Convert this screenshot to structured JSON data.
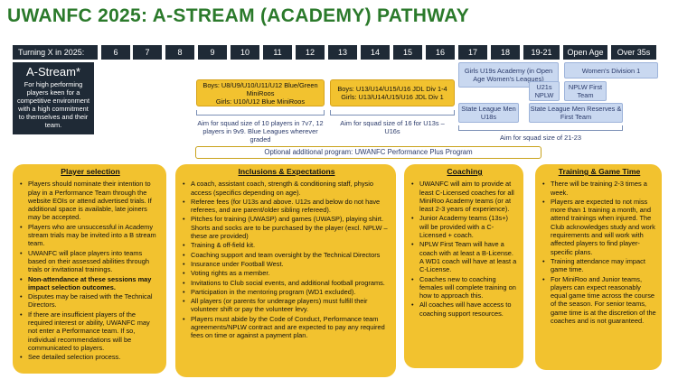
{
  "title": "UWANFC 2025: A-STREAM (ACADEMY) PATHWAY",
  "ages": [
    "Turning X in 2025:",
    "6",
    "7",
    "8",
    "9",
    "10",
    "11",
    "12",
    "13",
    "14",
    "15",
    "16",
    "17",
    "18",
    "19-21",
    "Open Age",
    "Over 35s"
  ],
  "sidebar": {
    "title": "A-Stream*",
    "description": "For high performing players keen for a competitive environment with a high commitment to themselves and their team."
  },
  "boxes": {
    "junior_boys": "Boys: U8/U9/U10/U11/U12 Blue/Green MiniRoos",
    "junior_girls": "Girls: U10/U12 Blue MiniRoos",
    "youth_boys": "Boys: U13/U14/U15/U16 JDL Div 1-4",
    "youth_girls": "Girls: U13/U14/U15/U16 JDL Div 1",
    "girls_u19": "Girls U19s Academy (in Open Age Women's Leagues)",
    "womens_div1": "Women's Division 1",
    "u21_nplw": "U21s NPLW",
    "nplw_first": "NPLW First Team",
    "state_men_u18": "State League Men U18s",
    "state_men_reserves": "State League Men Reserves & First Team"
  },
  "notes": {
    "junior": "Aim for squad size of 10 players in 7v7, 12 players in 9v9. Blue Leagues wherever graded",
    "youth": "Aim for squad size of 16 for U13s – U16s",
    "senior": "Aim for squad size of 21-23"
  },
  "optional_program": "Optional additional program: UWANFC Performance Plus Program",
  "panels": {
    "player_selection": {
      "title": "Player selection",
      "items": [
        "Players should nominate their intention to play in a Performance Team through the website EOIs or attend advertised trials. If additional space is available, late joiners may be accepted.",
        "Players who are unsuccessful in Academy stream trials may be invited into a B stream team.",
        "UWANFC will place players into teams based on their assessed abilities through trials or invitational trainings.",
        "Non-attendance at these sessions may impact selection outcomes.",
        "Disputes may be raised with the Technical Directors.",
        "If there are insufficient players of the required interest or ability, UWANFC may not enter a Performance team. If so, individual recommendations will be communicated to players.",
        "See detailed selection process."
      ]
    },
    "inclusions": {
      "title": "Inclusions & Expectations",
      "items": [
        "A coach, assistant coach, strength & conditioning staff, physio access (specifics depending on age).",
        "Referee fees (for U13s and above. U12s and below do not have referees, and are parent/older sibling refereed).",
        "Pitches for training (UWASP) and games (UWASP), playing shirt. Shorts and socks are to be purchased by the player (excl. NPLW – these are provided)",
        "Training & off-field kit.",
        "Coaching support and team oversight by the Technical Directors",
        "Insurance under Football West.",
        "Voting rights as a member.",
        "Invitations to Club social events, and additional football programs.",
        "Participation in the mentoring program (WD1 excluded).",
        "All players (or parents for underage players) must fulfill their volunteer shift or pay the volunteer levy.",
        "Players must abide by the Code of Conduct, Performance team agreements/NPLW contract and are expected to pay any required fees on time or against a payment plan."
      ]
    },
    "coaching": {
      "title": "Coaching",
      "items": [
        "UWANFC will aim to provide at least C-Licensed coaches for all MiniRoo Academy teams (or at least 2-3 years of experience).",
        "Junior Academy teams (13s+) will be provided with a C-Licensed + coach.",
        "NPLW First Team will have a coach with at least a B-License. A WD1 coach will have at least a C-License.",
        "Coaches new to coaching females will complete training on how to approach this.",
        "All coaches will have access to coaching support resources."
      ]
    },
    "training": {
      "title": "Training & Game Time",
      "items": [
        "There will be training 2-3 times a week.",
        "Players are expected to not miss more than 1 training a month, and attend trainings when injured. The Club acknowledges study and work requirements and will work with affected players to find player-specific plans.",
        "Training attendance may impact game time.",
        "For MiniRoo and Junior teams, players can expect reasonably equal game time across the course of the season. For senior teams, game time is at the discretion of the coaches and is not guaranteed."
      ]
    }
  }
}
